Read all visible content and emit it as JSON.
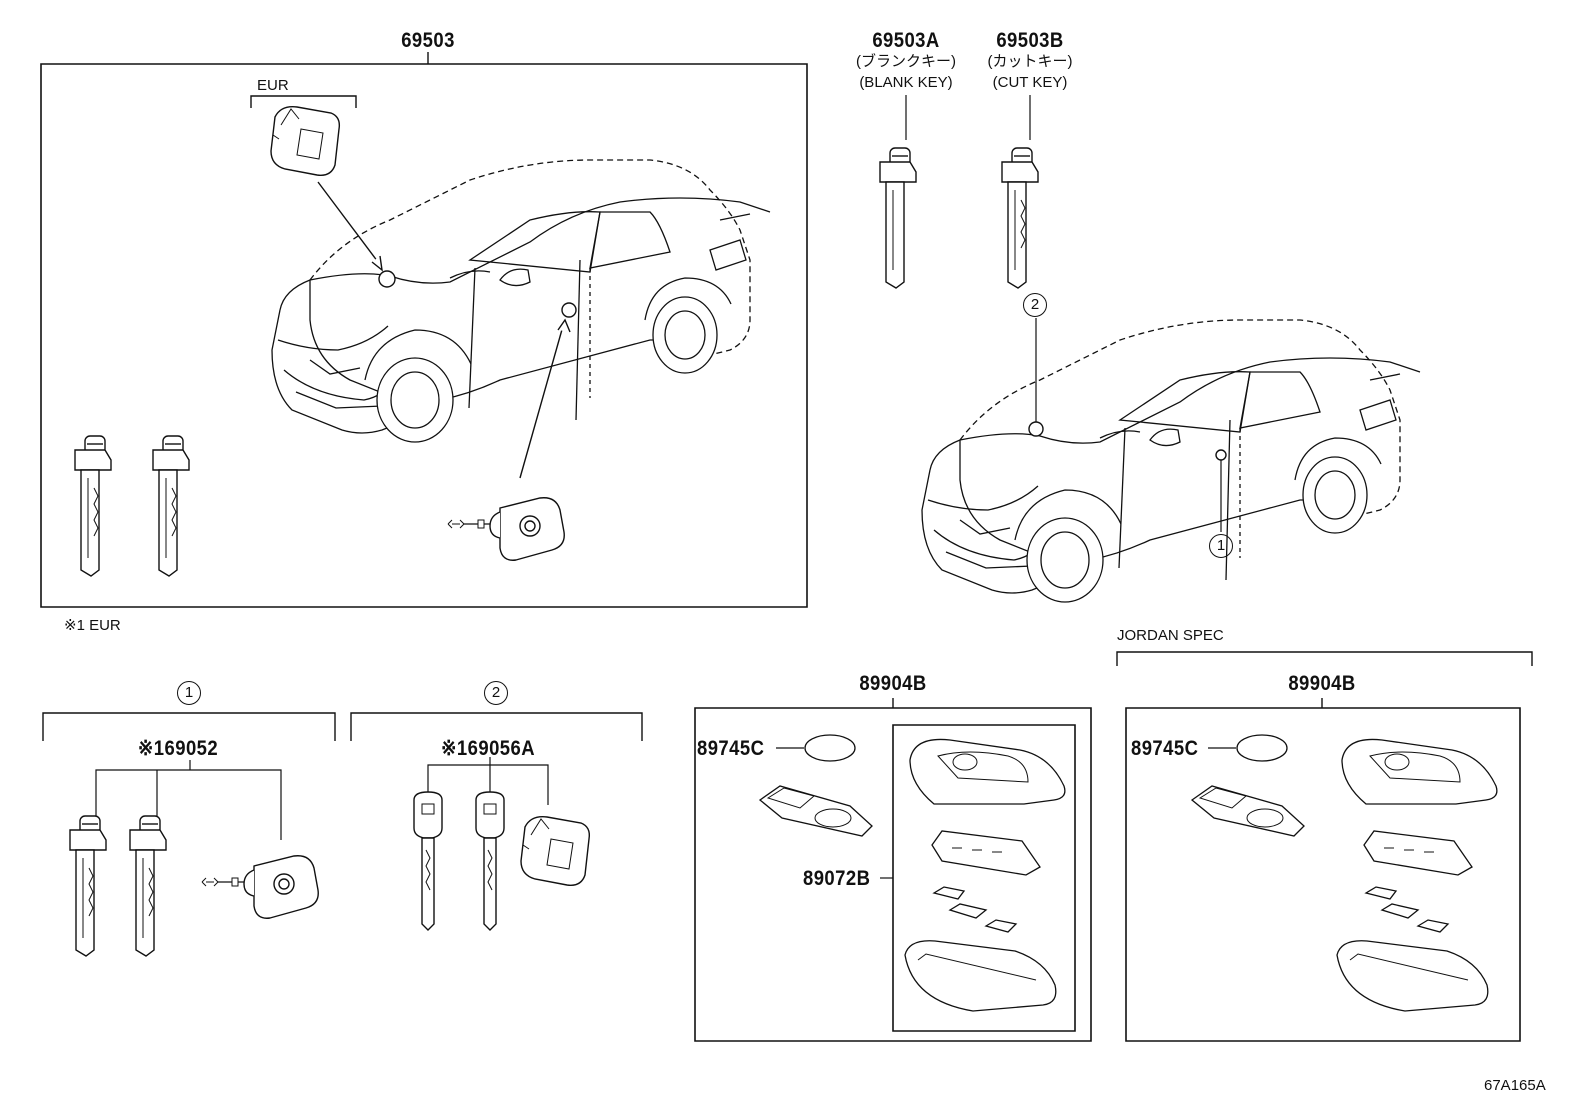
{
  "labels": {
    "main_kit": "69503",
    "eur_bracket": "EUR",
    "blank_key_pn": "69503A",
    "blank_key_jp": "(ブランクキー)",
    "blank_key_en": "(BLANK KEY)",
    "cut_key_pn": "69503B",
    "cut_key_jp": "(カットキー)",
    "cut_key_en": "(CUT KEY)",
    "note_eur": "※1 EUR",
    "ref1": "1",
    "ref2": "2",
    "set1_pn": "※169052",
    "set2_pn": "※169056A",
    "remote_pn": "89904B",
    "battery_pn": "89745C",
    "case_pn": "89072B",
    "jordan_spec": "JORDAN SPEC",
    "remote_jordan_pn": "89904B",
    "battery_jordan_pn": "89745C",
    "drawing_id": "67A165A"
  },
  "colors": {
    "line": "#111111",
    "background": "#ffffff"
  }
}
